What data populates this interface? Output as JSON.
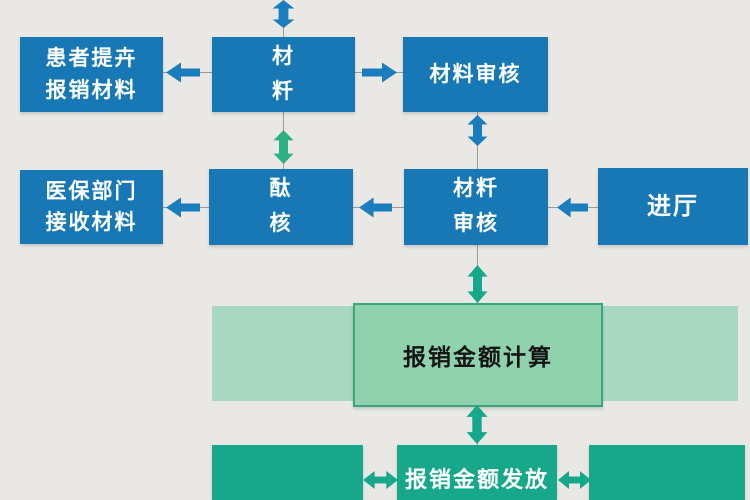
{
  "diagram": {
    "type": "flowchart",
    "nodes": {
      "patient_submit": {
        "label": "患者提卉\n报销材料"
      },
      "material": {
        "label": "材\n粁"
      },
      "material_review_top": {
        "label": "材料审核"
      },
      "insurance_dept": {
        "label": "医保部门\n接收材料"
      },
      "review_mid": {
        "label": "酞\n核"
      },
      "material_review_mid": {
        "label": "材粁\n审核"
      },
      "enter_hall": {
        "label": "进厅"
      },
      "amount_calculation": {
        "label": "报销金额计算"
      },
      "amount_disbursement": {
        "label": "报销金额发放"
      }
    },
    "colors": {
      "background": "#e9e8e5",
      "process_box_blue": "#1878b6",
      "bottom_box_teal": "#17a78a",
      "light_band_green": "#a9d8c2",
      "calc_box_fill": "#8fd2ad",
      "calc_box_border": "#36a97c",
      "arrow_blue": "#1a7dbd",
      "arrow_teal": "#17a78a",
      "arrow_green": "#2bb183",
      "connector_gray": "#9c9c99",
      "box_text_white": "#ffffff",
      "calc_text_black": "#141414"
    }
  }
}
